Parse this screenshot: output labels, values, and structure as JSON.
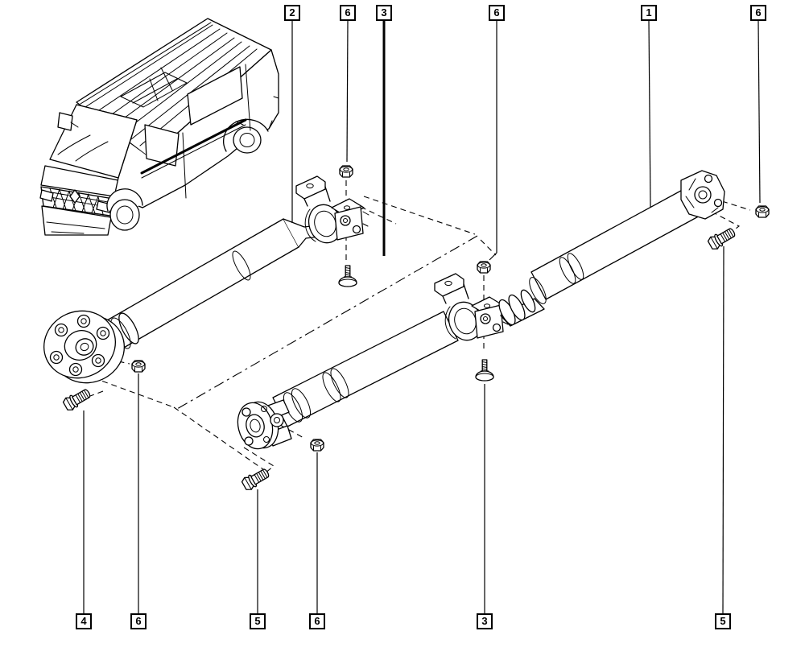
{
  "figure": {
    "kind": "exploded-parts-diagram",
    "background_color": "#ffffff",
    "line_color": "#000000"
  },
  "callouts": {
    "top": [
      {
        "label": "2"
      },
      {
        "label": "6"
      },
      {
        "label": "3"
      },
      {
        "label": "6"
      },
      {
        "label": "1"
      },
      {
        "label": "6"
      }
    ],
    "bottom": [
      {
        "label": "4"
      },
      {
        "label": "6"
      },
      {
        "label": "5"
      },
      {
        "label": "6"
      },
      {
        "label": "3"
      },
      {
        "label": "5"
      }
    ]
  }
}
